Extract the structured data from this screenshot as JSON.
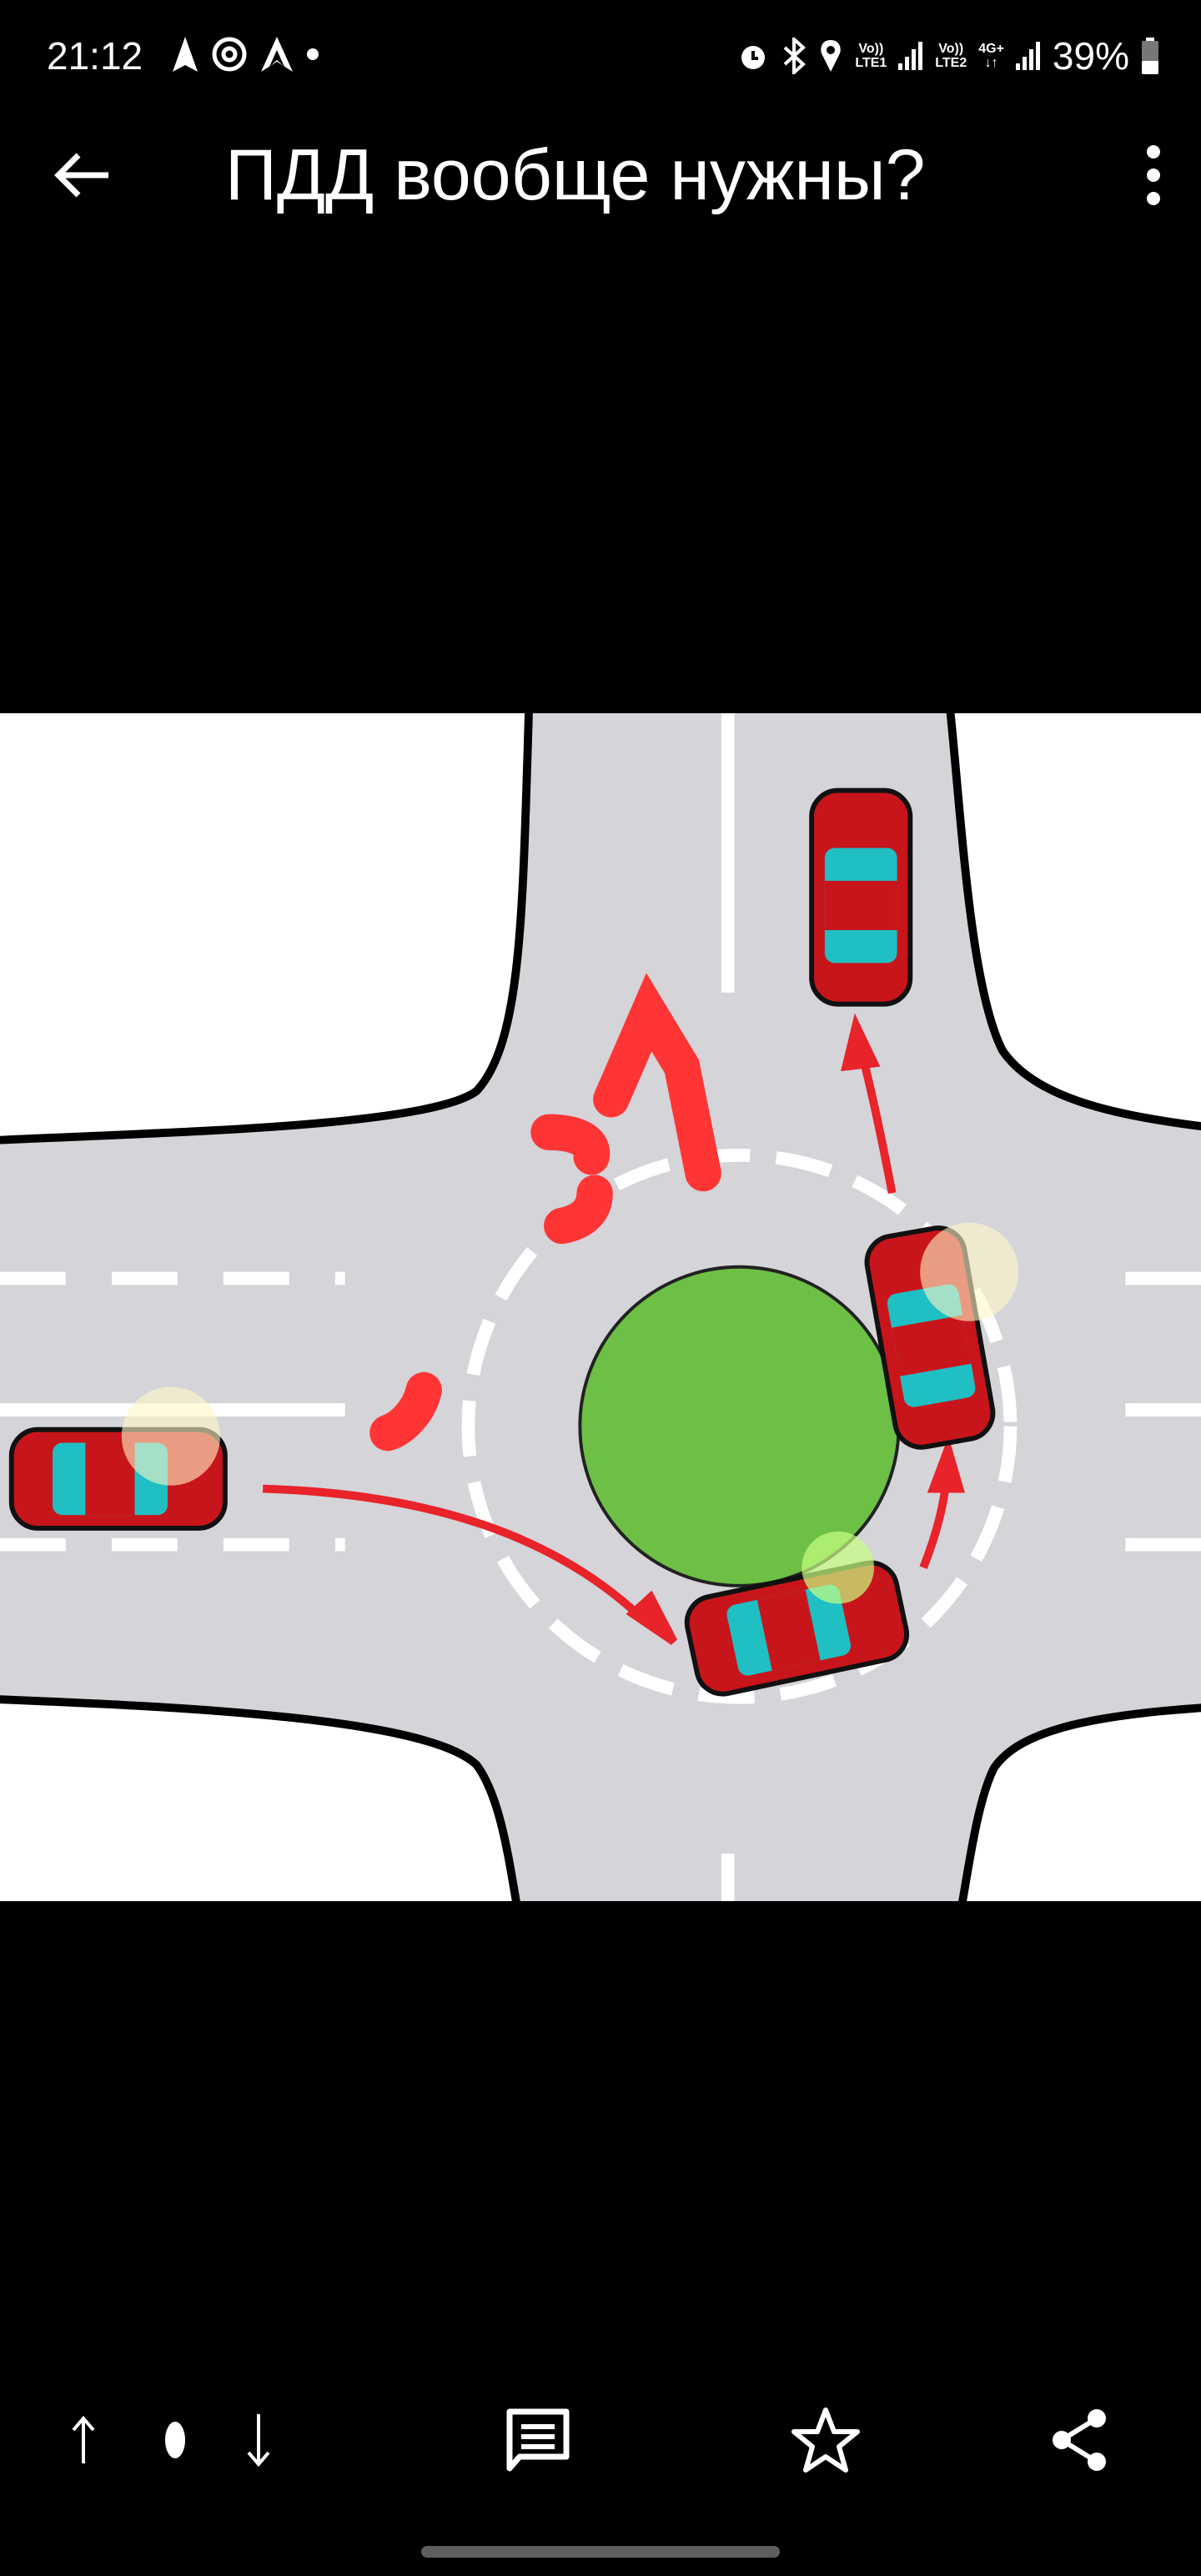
{
  "status_bar": {
    "time": "21:12",
    "battery": "39%",
    "sim1_label": "LTE1",
    "sim2_label": "LTE2",
    "volte": "Vo))",
    "network": "4G+",
    "icons": [
      "navigation-icon",
      "at-icon",
      "arrow-app-icon",
      "dot-icon",
      "alarm-icon",
      "bluetooth-icon",
      "location-icon",
      "signal-icon",
      "battery-icon"
    ]
  },
  "app_bar": {
    "title": "ПДД вообще нужны?",
    "icons": [
      "back-arrow-icon",
      "more-vert-icon"
    ]
  },
  "colors": {
    "road": "#d4d4d9",
    "island": "#6dbf45",
    "car": "#c8151b",
    "window": "#1fbfc4",
    "arrow": "#e8232a",
    "scribble": "#ff3535"
  },
  "bottom_bar": {
    "icons": [
      "upvote-icon",
      "vote-dot-icon",
      "downvote-icon",
      "comment-icon",
      "star-icon",
      "share-icon"
    ]
  }
}
